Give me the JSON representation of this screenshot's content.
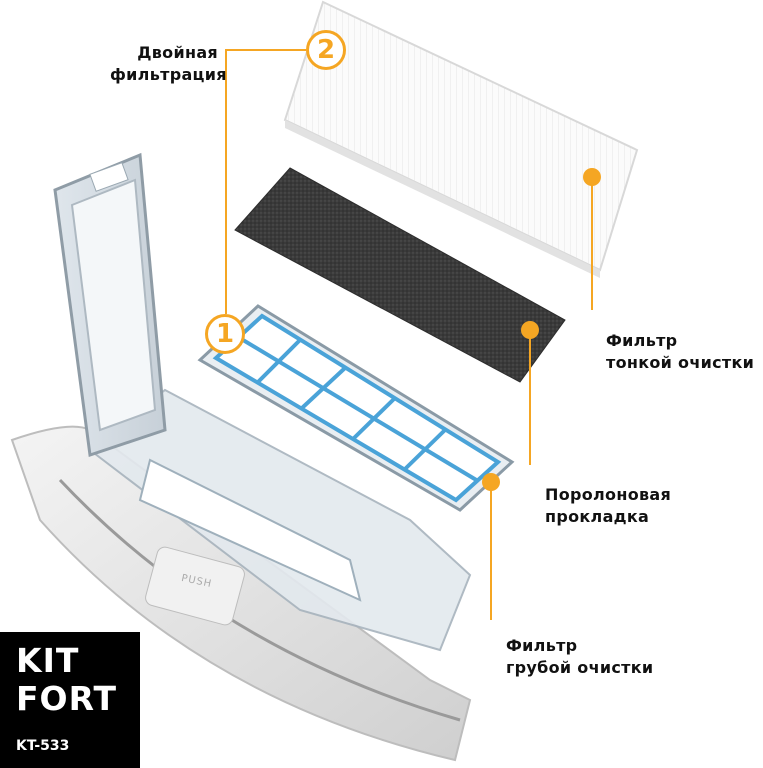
{
  "labels": {
    "dual_filtration": [
      "Двойная",
      "фильтрация"
    ],
    "fine_filter": [
      "Фильтр",
      "тонкой очистки"
    ],
    "foam_pad": [
      "Поролоновая",
      "прокладка"
    ],
    "coarse_filter": [
      "Фильтр",
      "грубой очистки"
    ]
  },
  "badges": {
    "one": "1",
    "two": "2"
  },
  "push_label": "PUSH",
  "logo": {
    "line1": "KIT",
    "line2": "FORT",
    "model": "KT-533"
  },
  "colors": {
    "accent": "#f5a623",
    "filter_blue": "#4aa3d8",
    "foam": "#3a3a3a",
    "logo_bg": "#000000"
  }
}
